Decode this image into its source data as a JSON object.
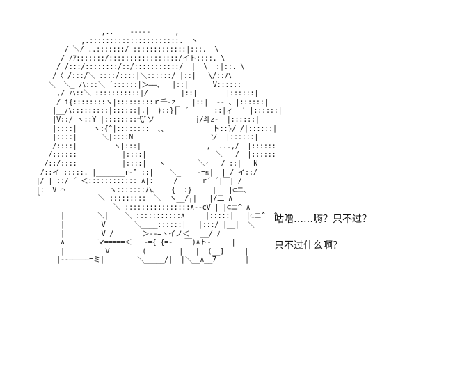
{
  "art": {
    "lines": [
      "                  _,..    -----      ,",
      "              ,.::::::::::::::::::::::.  ヽ",
      "          / ＼/ ..:::::::/ :::::::::::::|:::.  \\",
      "         / /ｱ:::::::/:::::::::::::::::/イト::::. \\",
      "        / /:::/::::::::/::/:::::::::::/  |  \\  :|::. \\",
      "       /〈 /:::/＼ ::::/::::|＼::::::/ |::|   \\/::ハ",
      "      ＼  ＼_ ハ:::＼ ´::::::|＞――、  |::|      V::::::",
      "        ,/ ハ::＼ :::::::::::|/        |::|       |::::::|",
      "        / i{::::::::ヽ|:::::::::ｒ千-z_   |::|  ‐- 、|::::::|",
      "       |__ハ:::::::::|::::::|.|  )::}|  ﾞ     |::|ィ  ´ |::::::|",
      "       |V::/ ヽ::Y |::::::::弋ﾞソ          j/斗z-  |::::::|",
      "       |::::|    ヽ:{^|::::::::  、、           ト::}/ /|::::::|",
      "       |::::|      ＼|::::N                   ソ  |::::::|",
      "       /::::|         ヽ|:::|                ,  ...,/  |::::::|",
      "      /::::::|          |::::|                 ＼   /  |::::::|",
      "     /::/::::|          |::::|   ヽ        ＼ｨ   / ::|   N",
      "    /::イ :::::. |_______r‐^ ::|    ＼_    ‐=≦|  | / イ::/",
      "   |/ | ::/ ´ ＜:::::::::::: ∧|:     /__    r´ ´|￣| /",
      "   |:  V ⌒           ヽ:::::::ハ、   {__:}     |   |⊂ニ、",
      "    ﾞ              ＼ :::::::::  ＼  ヽ__/┌|   |/二 ∧",
      "                      ＼ ::::::::::::::::∧‐‐cV | |⊂ニ^ ∧",
      "         |        ＼|    ＼ :::::::::::∧     |:::::|   |⊂ニ^  ^",
      "         |         V       ＼____::::::|   |:::/ |__|  ＼",
      "         |         V /       ＞‐‐=ヽイノ＜￣ __/ ﾉ",
      "         ∧        マ=====＜   ‐={ {=‐   ￣)∧ト‐     |",
      "         |          V        (        |   |  (__]     |",
      "        |‐‐―――――=ミ|        ＼_____/|  |＼__∧__7       |"
    ]
  },
  "dialogue": {
    "line1": "咕噜……嗨？只不过？",
    "line2": "只不过什么啊？"
  }
}
